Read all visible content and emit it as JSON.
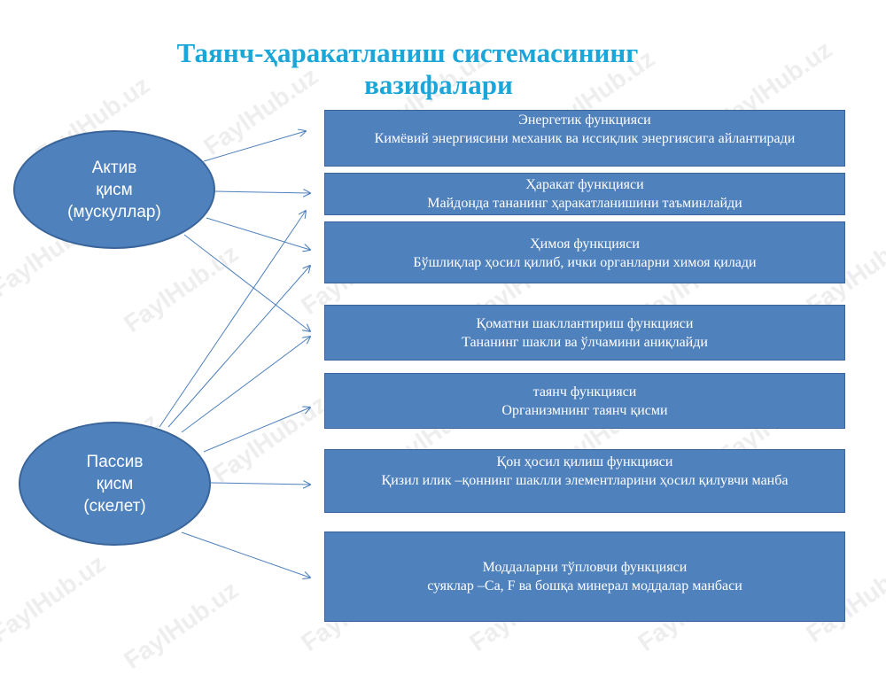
{
  "title": {
    "line1": "Таянч-ҳаракатланиш системасининг",
    "line2": "вазифалари"
  },
  "active_part": {
    "line1": "Актив",
    "line2": "қисм",
    "line3": "(мускуллар)"
  },
  "passive_part": {
    "line1": "Пассив",
    "line2": "қисм",
    "line3": "(скелет)"
  },
  "functions": [
    {
      "name": "Энергетик функцияси",
      "description": "Кимёвий энергиясини  механик ва иссиқлик  энергиясига айлантиради"
    },
    {
      "name": "Ҳаракат  функцияси",
      "description": "Майдонда тананинг ҳаракатланишини таъминлайди"
    },
    {
      "name": "Ҳимоя  функцияси",
      "description": "Бўшлиқлар ҳосил қилиб, ички органларни химоя қилади"
    },
    {
      "name": "Қоматни  шакллантириш  функцияси",
      "description": "Тананинг шакли ва ўлчамини аниқлайди"
    },
    {
      "name": "таянч функцияси",
      "description": "Организмнинг таянч  қисми"
    },
    {
      "name": "Қон ҳосил қилиш   функцияси",
      "description": "Қизил  илик –қоннинг шаклли элементларини  ҳосил қилувчи манба"
    },
    {
      "name": "Моддаларни тўпловчи функцияси",
      "description": "суяклар –Са, F  ва бошқа минерал моддалар  манбаси"
    }
  ],
  "watermark": "FaylHub.uz",
  "colors": {
    "title": "#1aa6d9",
    "shape_fill": "#4f81bd",
    "shape_border": "#3a659a",
    "arrow": "#4f81bd"
  }
}
